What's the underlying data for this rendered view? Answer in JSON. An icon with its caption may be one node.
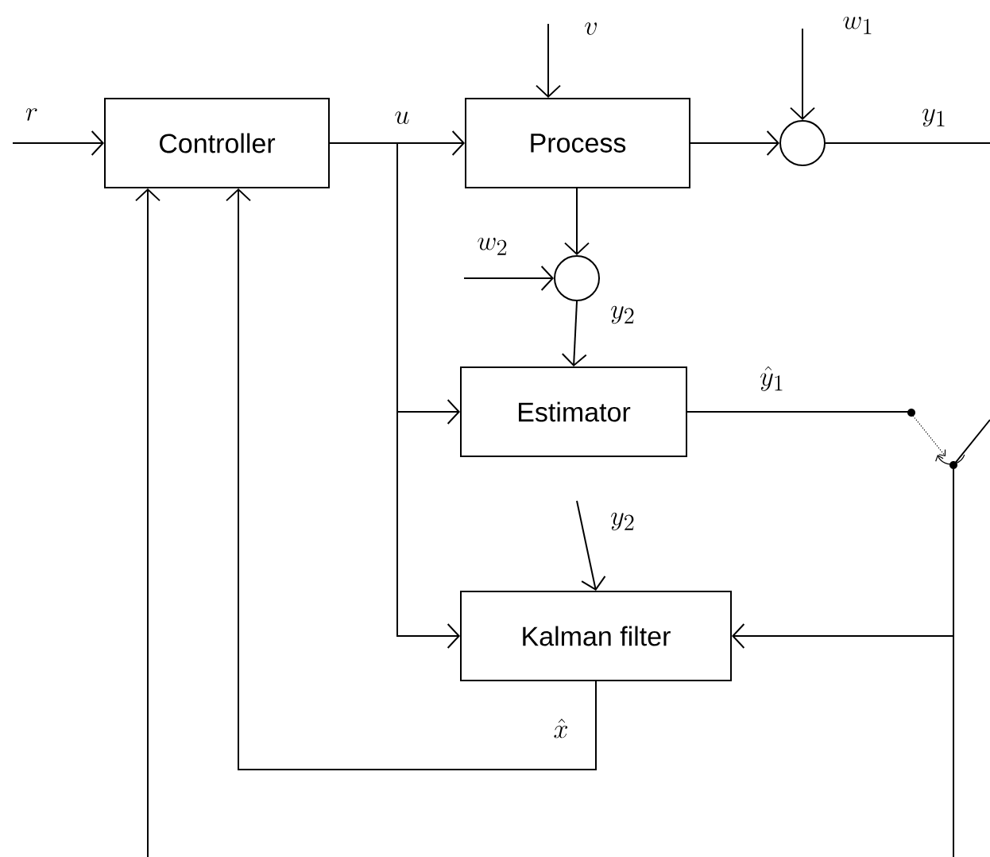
{
  "diagram": {
    "nodes": [
      {
        "text": [
          "Controller"
        ]
      },
      {
        "text": [
          "Process"
        ]
      },
      {
        "text": [],
        "shape": "circle"
      },
      {
        "text": [],
        "shape": "circle"
      },
      {
        "text": [
          "Estimator"
        ]
      },
      {
        "text": [
          "Kalman filter"
        ]
      },
      {
        "text": [],
        "shape": "switch"
      }
    ],
    "edges": [
      {
        "from": null,
        "to": 0,
        "arrow": "to",
        "label": "r"
      },
      {
        "from": 0,
        "to": 1,
        "arrow": "to",
        "label": "u"
      },
      {
        "from": null,
        "to": 1,
        "arrow": "to",
        "label": "v"
      },
      {
        "from": 1,
        "to": 2,
        "arrow": "to"
      },
      {
        "from": null,
        "to": 2,
        "arrow": "to",
        "label": "w_1"
      },
      {
        "from": 2,
        "to": null,
        "arrow": "none",
        "label": "y_1"
      },
      {
        "from": 1,
        "to": 3,
        "arrow": "to"
      },
      {
        "from": null,
        "to": 3,
        "arrow": "to",
        "label": "w_2"
      },
      {
        "from": 3,
        "to": 4,
        "arrow": "to",
        "label": "y_2"
      },
      {
        "from": 0,
        "to": 4,
        "arrow": "to"
      },
      {
        "from": 0,
        "to": 5,
        "arrow": "to"
      },
      {
        "from": 4,
        "to": 6,
        "arrow": "none",
        "label": "\\hat{y}_1"
      },
      {
        "from": null,
        "to": 5,
        "arrow": "to",
        "label": "y_2"
      },
      {
        "from": 6,
        "to": 5,
        "arrow": "to"
      },
      {
        "from": 5,
        "to": 0,
        "arrow": "to",
        "label": "\\hat{x}"
      },
      {
        "from": null,
        "to": 0,
        "arrow": "to"
      },
      {
        "from": 6,
        "to": null,
        "arrow": "none"
      }
    ]
  }
}
